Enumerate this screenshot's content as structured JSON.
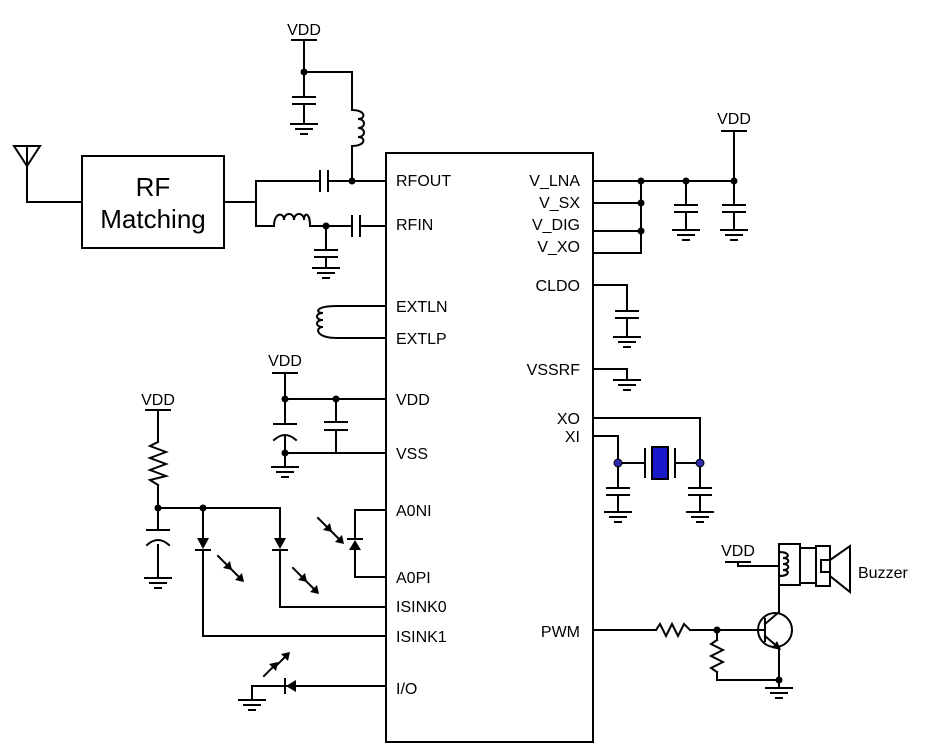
{
  "rf_block": {
    "line1": "RF",
    "line2": "Matching"
  },
  "supply_label": "VDD",
  "pins_left": {
    "rfout": "RFOUT",
    "rfin": "RFIN",
    "extln": "EXTLN",
    "extlp": "EXTLP",
    "vdd": "VDD",
    "vss": "VSS",
    "a0ni": "A0NI",
    "a0pi": "A0PI",
    "isink0": "ISINK0",
    "isink1": "ISINK1",
    "io": "I/O"
  },
  "pins_right": {
    "v_lna": "V_LNA",
    "v_sx": "V_SX",
    "v_dig": "V_DIG",
    "v_xo": "V_XO",
    "cldo": "CLDO",
    "vssrf": "VSSRF",
    "xo": "XO",
    "xi": "XI",
    "pwm": "PWM"
  },
  "buzzer_label": "Buzzer",
  "colors": {
    "wire": "#000000",
    "crystal": "#1a1acc",
    "junction_blue": "#2a2aaa"
  }
}
